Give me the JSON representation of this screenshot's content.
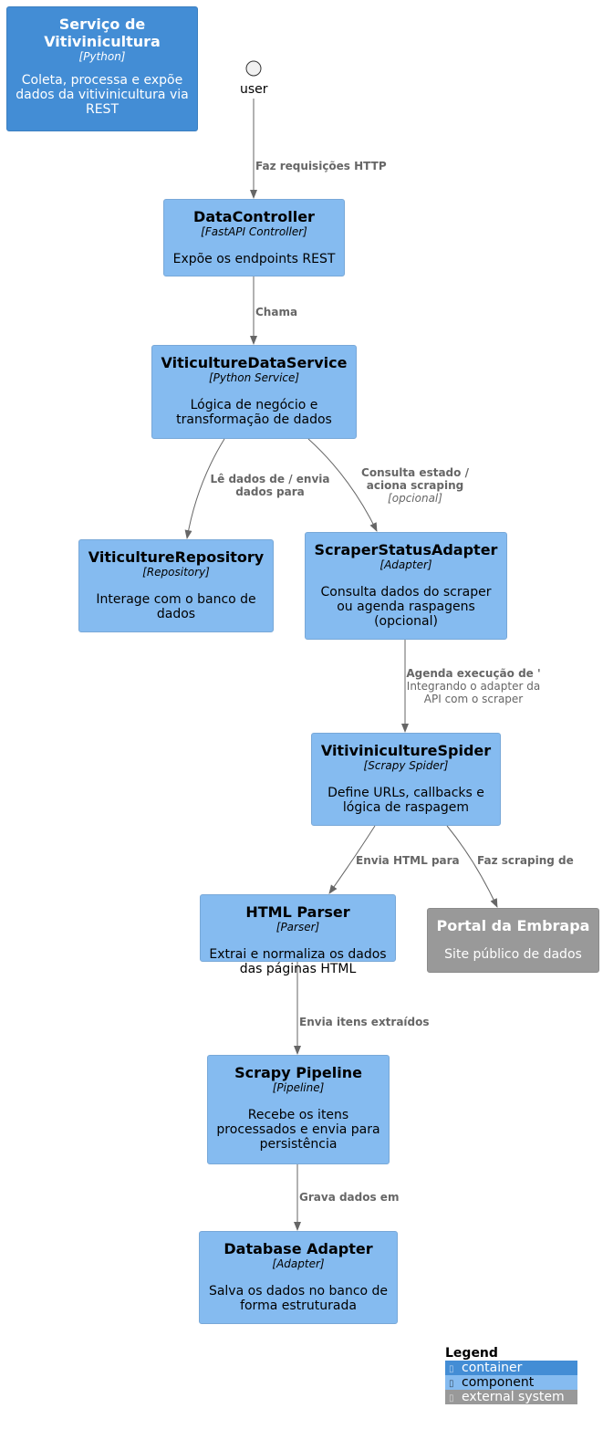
{
  "boundary": {
    "title": "Serviço de Vitivinicultura",
    "tech": "[Python]",
    "desc": "Coleta, processa e expõe dados da vitivinicultura via REST"
  },
  "actor": {
    "label": "user"
  },
  "components": {
    "data_controller": {
      "title": "DataController",
      "tech": "[FastAPI Controller]",
      "desc": "Expõe os endpoints REST"
    },
    "data_service": {
      "title": "ViticultureDataService",
      "tech": "[Python Service]",
      "desc": "Lógica de negócio e transformação de dados"
    },
    "repository": {
      "title": "ViticultureRepository",
      "tech": "[Repository]",
      "desc": "Interage com o banco de dados"
    },
    "scraper_adapter": {
      "title": "ScraperStatusAdapter",
      "tech": "[Adapter]",
      "desc": "Consulta dados do scraper ou agenda raspagens (opcional)"
    },
    "spider": {
      "title": "VitiviniculturеSpider",
      "tech": "[Scrapy Spider]",
      "desc": "Define URLs, callbacks e lógica de raspagem"
    },
    "html_parser": {
      "title": "HTML Parser",
      "tech": "[Parser]",
      "desc": "Extrai e normaliza os dados das páginas HTML"
    },
    "pipeline": {
      "title": "Scrapy Pipeline",
      "tech": "[Pipeline]",
      "desc": "Recebe os itens processados e envia para persistência"
    },
    "db_adapter": {
      "title": "Database Adapter",
      "tech": "[Adapter]",
      "desc": "Salva os dados no banco de forma estruturada"
    }
  },
  "external": {
    "embrapa": {
      "title": "Portal da Embrapa",
      "desc": "Site público de dados"
    }
  },
  "relations": {
    "user_to_controller": {
      "label": "Faz requisições HTTP"
    },
    "controller_to_service": {
      "label": "Chama"
    },
    "service_to_repository": {
      "label": "Lê dados de / envia dados para"
    },
    "service_to_adapter": {
      "label": "Consulta estado / aciona scraping",
      "tech": "[opcional]"
    },
    "adapter_to_spider": {
      "label": "Agenda execução de '",
      "note": "Integrando o adapter da API com o scraper"
    },
    "spider_to_parser": {
      "label": "Envia HTML para"
    },
    "spider_to_embrapa": {
      "label": "Faz scraping de"
    },
    "parser_to_pipeline": {
      "label": "Envia itens extraídos"
    },
    "pipeline_to_db": {
      "label": "Grava dados em"
    }
  },
  "legend": {
    "title": "Legend",
    "items": [
      {
        "label": "container",
        "color": "#438dd5",
        "text_color": "#ffffff"
      },
      {
        "label": "component",
        "color": "#85bbf0",
        "text_color": "#000000"
      },
      {
        "label": "external system",
        "color": "#999999",
        "text_color": "#ffffff"
      }
    ]
  }
}
